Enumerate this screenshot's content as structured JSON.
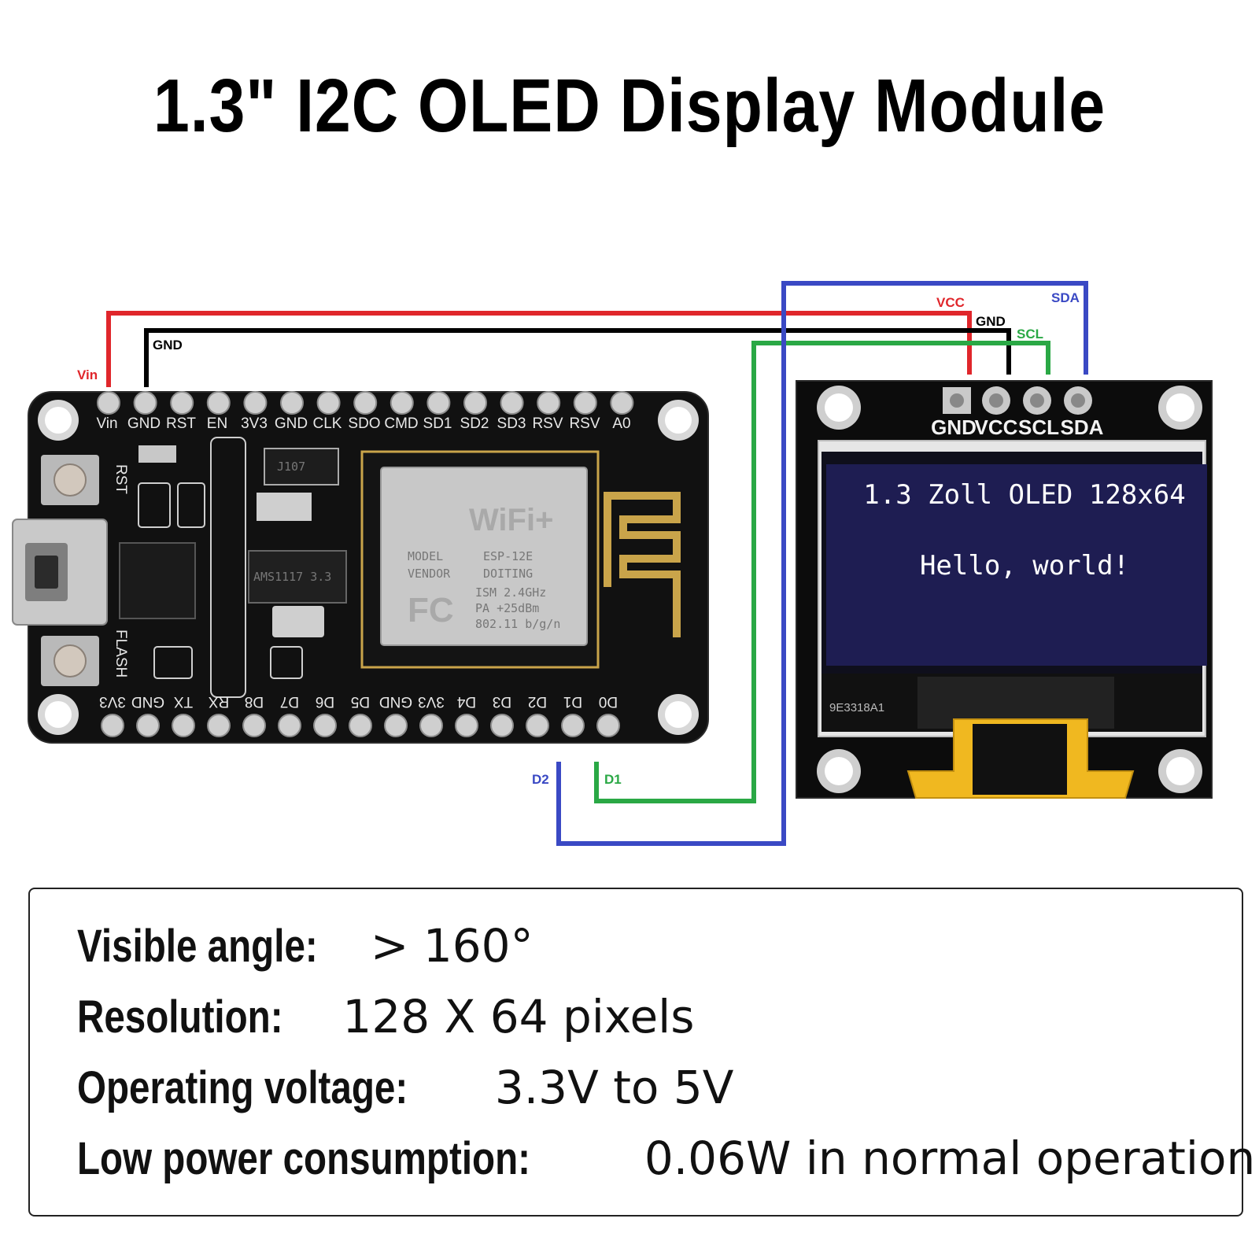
{
  "title": "1.3\" I2C OLED Display Module",
  "nodemcu": {
    "top_pins": [
      "Vin",
      "GND",
      "RST",
      "EN",
      "3V3",
      "GND",
      "CLK",
      "SDO",
      "CMD",
      "SD1",
      "SD2",
      "SD3",
      "RSV",
      "RSV",
      "A0"
    ],
    "bottom_pins": [
      "3V3",
      "GND",
      "TX",
      "RX",
      "D8",
      "D7",
      "D6",
      "D5",
      "GND",
      "3V3",
      "D4",
      "D3",
      "D2",
      "D1",
      "D0"
    ],
    "button_rst": "RST",
    "button_flash": "FLASH",
    "module_brand": "WiFi+",
    "module_model_label": "MODEL",
    "module_model": "ESP-12E",
    "module_vendor_label": "VENDOR",
    "module_vendor": "DOITING",
    "module_ism": "ISM  2.4GHz",
    "module_pa": "PA  +25dBm",
    "module_std": "802.11 b/g/n",
    "regulator": "AMS1117 3.3",
    "diode": "J107"
  },
  "oled": {
    "pins": [
      "GND",
      "VCC",
      "SCL",
      "SDA"
    ],
    "screen_line1": "1.3 Zoll OLED 128x64",
    "screen_line2": "Hello, world!",
    "part_code": "9E3318A1"
  },
  "wires": {
    "vin_label": "Vin",
    "gnd_label_left": "GND",
    "vcc_label": "VCC",
    "gnd_label_right": "GND",
    "scl_label": "SCL",
    "sda_label": "SDA",
    "d2_label": "D2",
    "d1_label": "D1",
    "colors": {
      "vcc": "#e0262b",
      "gnd": "#000000",
      "scl": "#2aa845",
      "sda": "#3a49c4"
    }
  },
  "specs": [
    {
      "key": "Visible angle:",
      "value": "> 160°"
    },
    {
      "key": "Resolution:",
      "value": " 128 X 64 pixels"
    },
    {
      "key": "Operating voltage:",
      "value": " 3.3V to 5V"
    },
    {
      "key": "Low power consumption:",
      "value": " 0.06W in normal operation"
    }
  ]
}
